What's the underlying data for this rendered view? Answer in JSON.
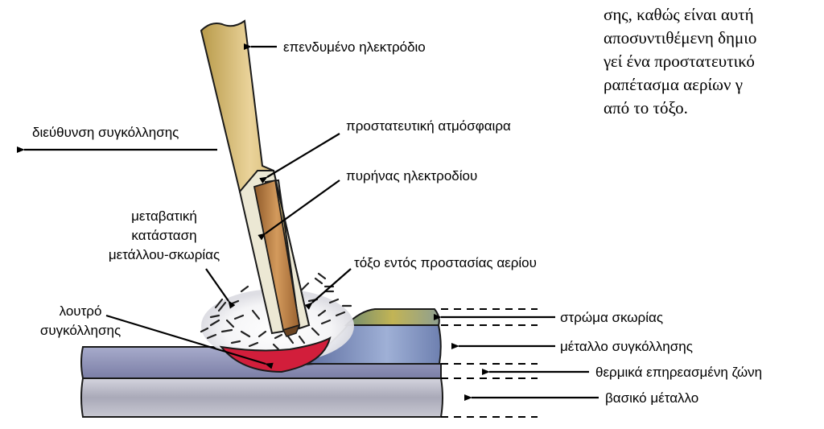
{
  "labels": {
    "coated_electrode": "επενδυμένο ηλεκτρόδιο",
    "welding_direction": "διεύθυνση συγκόλλησης",
    "protective_atmosphere": "προστατευτική ατμόσφαιρα",
    "electrode_core": "πυρήνας ηλεκτροδίου",
    "metal_slag_transition": [
      "μεταβατική",
      "κατάσταση",
      "μετάλλου-σκωρίας"
    ],
    "arc_in_gas_shield": "τόξο εντός προστασίας αερίου",
    "weld_pool": [
      "λουτρό",
      "συγκόλλησης"
    ],
    "slag_layer": "στρώμα σκωρίας",
    "weld_metal": "μέταλλο συγκόλλησης",
    "heat_affected_zone": "θερμικά επηρεασμένη ζώνη",
    "base_metal": "βασικό μέταλλο"
  },
  "body_text": [
    "σης, καθώς είναι αυτή",
    "αποσυντιθέμενη δημιο",
    "γεί ένα προστατευτικό",
    "ραπέτασμα αερίων γ",
    "από το τόξο."
  ],
  "colors": {
    "coating": "#d9bc6e",
    "core": "#b97a3c",
    "base_metal": "#b3b3c2",
    "haz": "#8c8fb6",
    "weld_metal": "#7d8fb8",
    "slag": "#b0a650",
    "weld_pool": "#d21e3b"
  }
}
